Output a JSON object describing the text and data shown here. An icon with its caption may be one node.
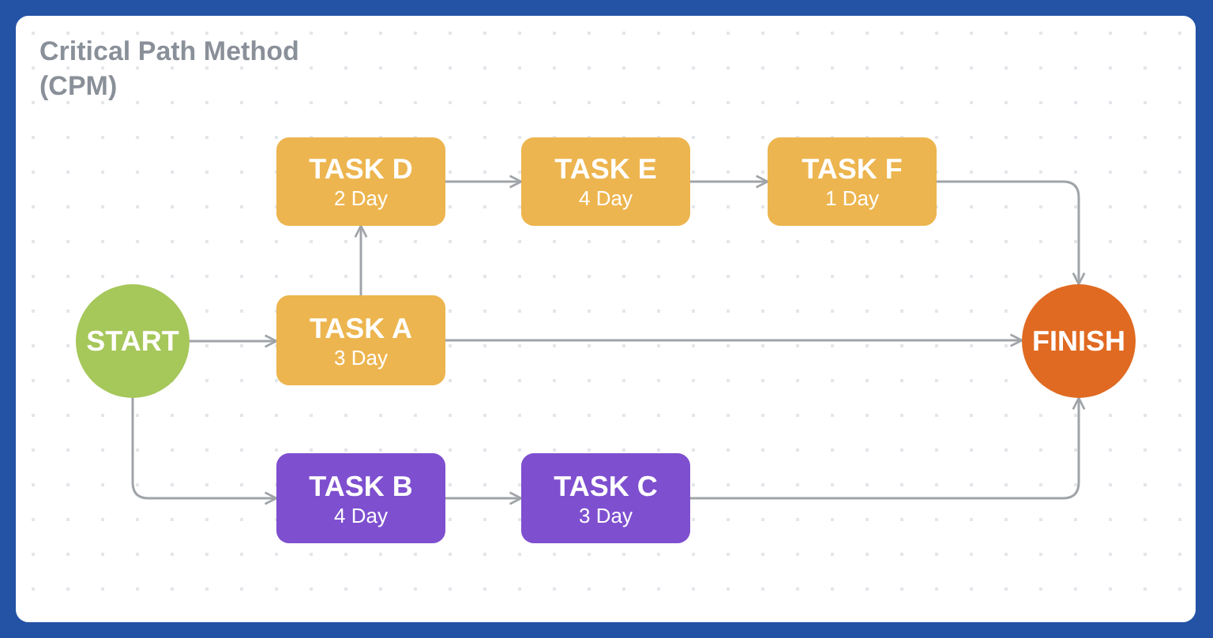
{
  "diagram": {
    "title": "Critical Path Method (CPM)",
    "nodes": [
      {
        "text": [
          "TASK D",
          "2 Day"
        ]
      },
      {
        "text": [
          "TASK E",
          "4 Day"
        ]
      },
      {
        "text": [
          "TASK F",
          "1 Day"
        ]
      },
      {
        "text": [
          "START"
        ]
      },
      {
        "text": [
          "TASK A",
          "3 Day"
        ]
      },
      {
        "text": [
          "FINISH"
        ]
      },
      {
        "text": [
          "TASK B",
          "4 Day"
        ]
      },
      {
        "text": [
          "TASK C",
          "3 Day"
        ]
      }
    ],
    "edges": [
      {
        "from": 3,
        "to": 4,
        "arrow": "to"
      },
      {
        "from": 4,
        "to": 0,
        "arrow": "to"
      },
      {
        "from": 0,
        "to": 1,
        "arrow": "to"
      },
      {
        "from": 1,
        "to": 2,
        "arrow": "to"
      },
      {
        "from": 2,
        "to": 5,
        "arrow": "to"
      },
      {
        "from": 4,
        "to": 5,
        "arrow": "to"
      },
      {
        "from": 3,
        "to": 6,
        "arrow": "to"
      },
      {
        "from": 6,
        "to": 7,
        "arrow": "to"
      },
      {
        "from": 7,
        "to": 5,
        "arrow": "to"
      }
    ]
  }
}
